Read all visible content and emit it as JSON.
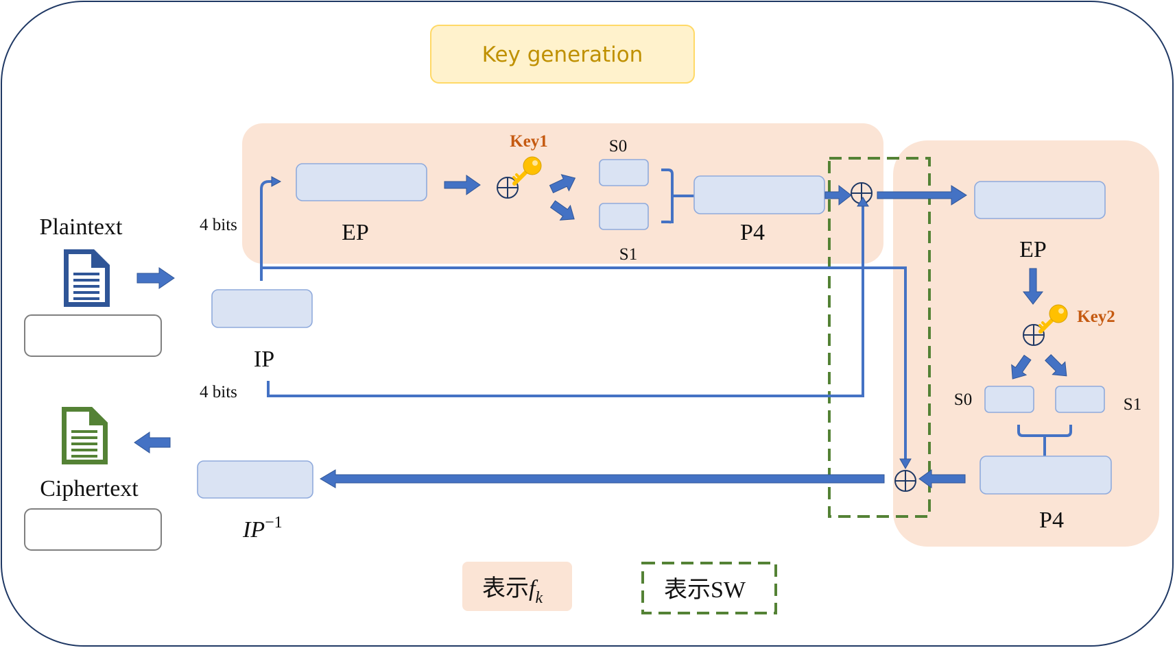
{
  "key_generation": "Key generation",
  "plaintext": {
    "label": "Plaintext"
  },
  "ciphertext": {
    "label": "Ciphertext"
  },
  "bits_top": "4 bits",
  "bits_bottom": "4 bits",
  "round1": {
    "ep": "EP",
    "key": "Key1",
    "s0": "S0",
    "s1": "S1",
    "p4": "P4"
  },
  "ip": "IP",
  "ip_inverse": {
    "base": "IP",
    "sup": "−1"
  },
  "round2": {
    "ep": "EP",
    "key": "Key2",
    "s0": "S0",
    "s1": "S1",
    "p4": "P4"
  },
  "legend": {
    "fk": {
      "prefix": "表示",
      "func": "f",
      "sub": "k"
    },
    "sw": "表示SW"
  },
  "colors": {
    "border": "#1f3864",
    "fk_region": "#fbe4d5",
    "key_gen_fill": "#fff2cc",
    "key_gen_text": "#bf9000",
    "box_fill": "#dae3f3",
    "arrow": "#4472c4",
    "sw_dashed": "#548235",
    "key_label": "#c55a11",
    "key_icon": "#ffc000",
    "plaintext_icon": "#2f5597",
    "ciphertext_icon": "#548235"
  },
  "icons": [
    "document-icon",
    "key-icon",
    "xor-icon"
  ]
}
